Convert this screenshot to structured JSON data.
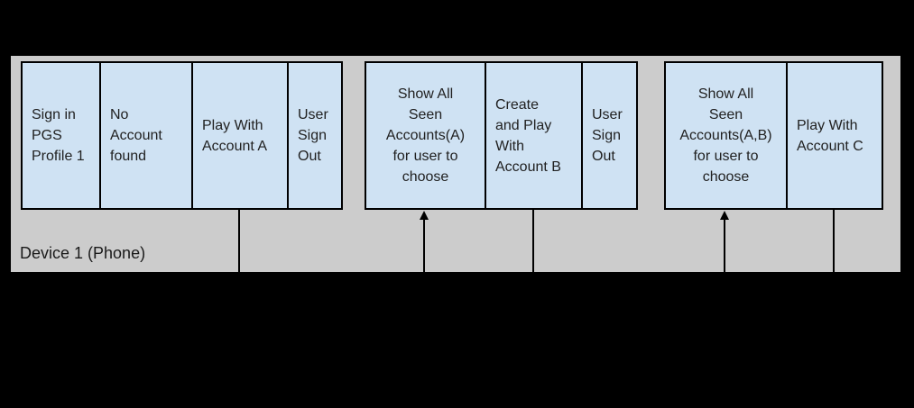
{
  "canvas": {
    "background": "#000000"
  },
  "device_panel": {
    "label": "Device 1 (Phone)",
    "fill": "#cccccc"
  },
  "step_style": {
    "fill": "#cfe2f3",
    "border": "#000000",
    "text_color": "#212121"
  },
  "groups": [
    {
      "id": "session-1-flow",
      "steps": [
        {
          "label": "Sign in\nPGS\nProfile 1"
        },
        {
          "label": "No\nAccount\nfound"
        },
        {
          "label": "Play With\nAccount A"
        },
        {
          "label": "User\nSign\nOut"
        }
      ]
    },
    {
      "id": "session-2-flow",
      "steps": [
        {
          "label": "Show All\nSeen\nAccounts(A)\nfor user to\nchoose"
        },
        {
          "label": "Create\nand Play\nWith\nAccount B"
        },
        {
          "label": "User\nSign\nOut"
        }
      ]
    },
    {
      "id": "session-3-flow",
      "steps": [
        {
          "label": "Show All\nSeen\nAccounts(A,B)\nfor user to\nchoose"
        },
        {
          "label": "Play With\nAccount C"
        }
      ]
    }
  ],
  "connectors": [
    {
      "id": "down-from-play-with-account-a",
      "direction": "down",
      "arrowhead": false
    },
    {
      "id": "up-into-show-seen-accounts-a",
      "direction": "up",
      "arrowhead": true
    },
    {
      "id": "down-from-create-and-play-account-b",
      "direction": "down",
      "arrowhead": false
    },
    {
      "id": "up-into-show-seen-accounts-a-b",
      "direction": "up",
      "arrowhead": true
    },
    {
      "id": "down-from-play-with-account-c",
      "direction": "down",
      "arrowhead": false
    }
  ]
}
